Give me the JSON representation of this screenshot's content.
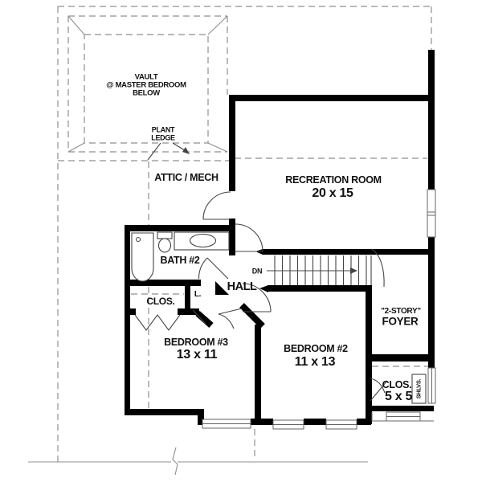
{
  "drawing": {
    "type": "second-floor-plan",
    "rooms": {
      "recreation": {
        "name": "RECREATION ROOM",
        "dims": "20 x 15"
      },
      "bedroom3": {
        "name": "BEDROOM #3",
        "dims": "13 x 11"
      },
      "bedroom2": {
        "name": "BEDROOM #2",
        "dims": "11 x 13"
      },
      "bath2": {
        "name": "BATH #2"
      },
      "hall": {
        "name": "HALL"
      },
      "attic": {
        "name": "ATTIC / MECH"
      },
      "foyer": {
        "tag": "\"2-STORY\"",
        "name": "FOYER"
      },
      "closet_bedroom3": {
        "name": "CLOS."
      },
      "closet_hall": {
        "name": "CLOS.",
        "dims": "5 x 5"
      },
      "linen_closet": {
        "name": "L."
      }
    },
    "annotations": {
      "vault_line1": "VAULT",
      "vault_line2": "@ MASTER BEDROOM",
      "vault_line3": "BELOW",
      "plant_ledge_line1": "PLANT",
      "plant_ledge_line2": "LEDGE",
      "stair_direction": "DN",
      "shelves": "SHLVS."
    },
    "colors": {
      "wall": "#000000",
      "thin_line": "#444444",
      "dashed_line": "#999999",
      "text": "#111111",
      "background": "#ffffff"
    }
  }
}
